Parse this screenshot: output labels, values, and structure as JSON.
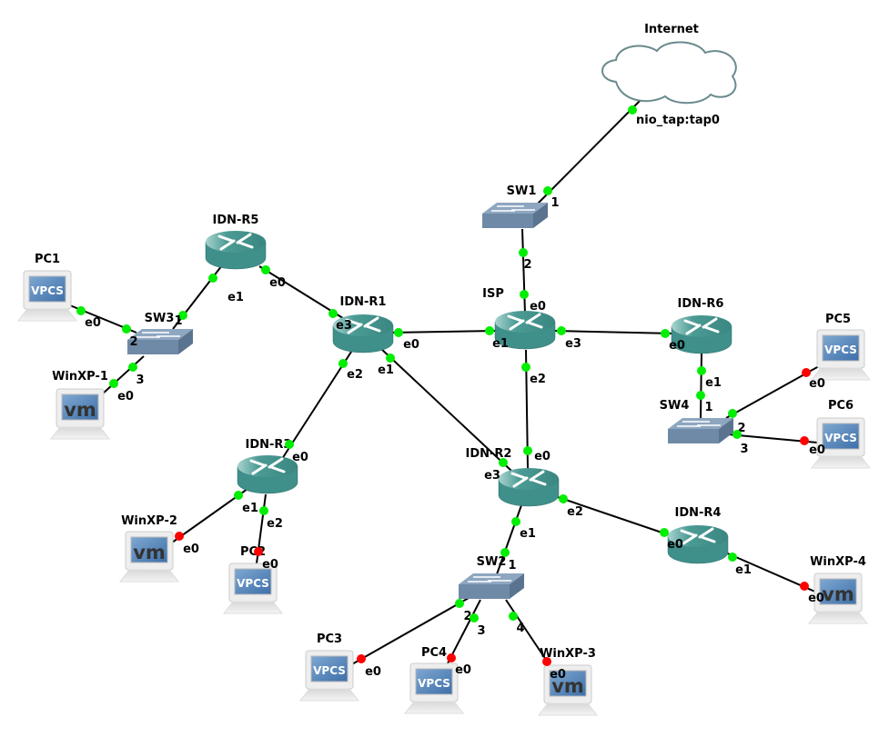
{
  "colors": {
    "link_up": "#00ee00",
    "link_down": "#ff0000",
    "router": "#3f8f8a",
    "switch": "#6f8aa6"
  },
  "nodes": [
    {
      "id": "internet",
      "name": "Internet",
      "type": "cloud"
    },
    {
      "id": "sw1",
      "name": "SW1",
      "type": "switch"
    },
    {
      "id": "isp",
      "name": "ISP",
      "type": "router"
    },
    {
      "id": "r6",
      "name": "IDN-R6",
      "type": "router"
    },
    {
      "id": "r1",
      "name": "IDN-R1",
      "type": "router"
    },
    {
      "id": "r5",
      "name": "IDN-R5",
      "type": "router"
    },
    {
      "id": "sw3",
      "name": "SW3",
      "type": "switch"
    },
    {
      "id": "pc1",
      "name": "PC1",
      "type": "vpcs"
    },
    {
      "id": "winxp1",
      "name": "WinXP-1",
      "type": "vm"
    },
    {
      "id": "r3",
      "name": "IDN-R3",
      "type": "router"
    },
    {
      "id": "winxp2",
      "name": "WinXP-2",
      "type": "vm"
    },
    {
      "id": "pc2",
      "name": "PC2",
      "type": "vpcs"
    },
    {
      "id": "r2",
      "name": "IDN-R2",
      "type": "router"
    },
    {
      "id": "sw2",
      "name": "SW2",
      "type": "switch"
    },
    {
      "id": "r4",
      "name": "IDN-R4",
      "type": "router"
    },
    {
      "id": "winxp4",
      "name": "WinXP-4",
      "type": "vm"
    },
    {
      "id": "pc3",
      "name": "PC3",
      "type": "vpcs"
    },
    {
      "id": "pc4",
      "name": "PC4",
      "type": "vpcs"
    },
    {
      "id": "winxp3",
      "name": "WinXP-3",
      "type": "vm"
    },
    {
      "id": "sw4",
      "name": "SW4",
      "type": "switch"
    },
    {
      "id": "pc5",
      "name": "PC5",
      "type": "vpcs"
    },
    {
      "id": "pc6",
      "name": "PC6",
      "type": "vpcs"
    }
  ],
  "links": [
    {
      "a": "internet",
      "a_port": "nio_tap:tap0",
      "a_status": "up",
      "b": "sw1",
      "b_port": "1",
      "b_status": "up"
    },
    {
      "a": "sw1",
      "a_port": "2",
      "a_status": "up",
      "b": "isp",
      "b_port": "e0",
      "b_status": "up"
    },
    {
      "a": "isp",
      "a_port": "e3",
      "a_status": "up",
      "b": "r6",
      "b_port": "e0",
      "b_status": "up"
    },
    {
      "a": "isp",
      "a_port": "e1",
      "a_status": "up",
      "b": "r1",
      "b_port": "e0",
      "b_status": "up"
    },
    {
      "a": "isp",
      "a_port": "e2",
      "a_status": "up",
      "b": "r2",
      "b_port": "e0",
      "b_status": "up"
    },
    {
      "a": "r6",
      "a_port": "e1",
      "a_status": "up",
      "b": "sw4",
      "b_port": "1",
      "b_status": "up"
    },
    {
      "a": "sw4",
      "a_port": "2",
      "a_status": "up",
      "b": "pc5",
      "b_port": "e0",
      "b_status": "down"
    },
    {
      "a": "sw4",
      "a_port": "3",
      "a_status": "up",
      "b": "pc6",
      "b_port": "e0",
      "b_status": "down"
    },
    {
      "a": "r1",
      "a_port": "e3",
      "a_status": "up",
      "b": "r5",
      "b_port": "e0",
      "b_status": "up"
    },
    {
      "a": "r5",
      "a_port": "e1",
      "a_status": "up",
      "b": "sw3",
      "b_port": "1",
      "b_status": "up"
    },
    {
      "a": "sw3",
      "a_port": "2",
      "a_status": "up",
      "b": "pc1",
      "b_port": "e0",
      "b_status": "up"
    },
    {
      "a": "sw3",
      "a_port": "3",
      "a_status": "up",
      "b": "winxp1",
      "b_port": "e0",
      "b_status": "up"
    },
    {
      "a": "r1",
      "a_port": "e2",
      "a_status": "up",
      "b": "r3",
      "b_port": "e0",
      "b_status": "up"
    },
    {
      "a": "r1",
      "a_port": "e1",
      "a_status": "up",
      "b": "r2",
      "b_port": "e3",
      "b_status": "up"
    },
    {
      "a": "r3",
      "a_port": "e1",
      "a_status": "up",
      "b": "winxp2",
      "b_port": "e0",
      "b_status": "down"
    },
    {
      "a": "r3",
      "a_port": "e2",
      "a_status": "up",
      "b": "pc2",
      "b_port": "e0",
      "b_status": "down"
    },
    {
      "a": "r2",
      "a_port": "e1",
      "a_status": "up",
      "b": "sw2",
      "b_port": "1",
      "b_status": "up"
    },
    {
      "a": "r2",
      "a_port": "e2",
      "a_status": "up",
      "b": "r4",
      "b_port": "e0",
      "b_status": "up"
    },
    {
      "a": "r4",
      "a_port": "e1",
      "a_status": "up",
      "b": "winxp4",
      "b_port": "e0",
      "b_status": "down"
    },
    {
      "a": "sw2",
      "a_port": "2",
      "a_status": "up",
      "b": "pc3",
      "b_port": "e0",
      "b_status": "down"
    },
    {
      "a": "sw2",
      "a_port": "3",
      "a_status": "up",
      "b": "pc4",
      "b_port": "e0",
      "b_status": "down"
    },
    {
      "a": "sw2",
      "a_port": "4",
      "a_status": "up",
      "b": "winxp3",
      "b_port": "e0",
      "b_status": "down"
    }
  ]
}
